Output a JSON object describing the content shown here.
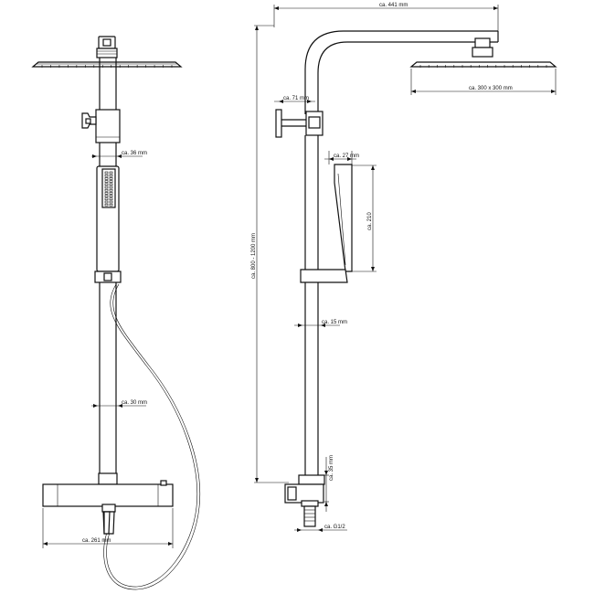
{
  "dimensions": {
    "arm_length": "ca. 441 mm",
    "head_size": "ca. 300 x 300 mm",
    "wall_bracket_depth": "ca. 71 mm",
    "handshower_width": "ca. 27 mm",
    "handshower_length": "ca. 210",
    "total_height": "ca. 800 - 1200 mm",
    "rail_diameter": "ca. 15 mm",
    "inlet_offset": "ca. 35 mm",
    "thread": "ca. G1/2",
    "holder_width": "ca. 36 mm",
    "pipe_diameter": "ca. 30 mm",
    "thermostat_width": "ca. 261 mm"
  },
  "colors": {
    "line": "#111111",
    "background": "#ffffff"
  }
}
